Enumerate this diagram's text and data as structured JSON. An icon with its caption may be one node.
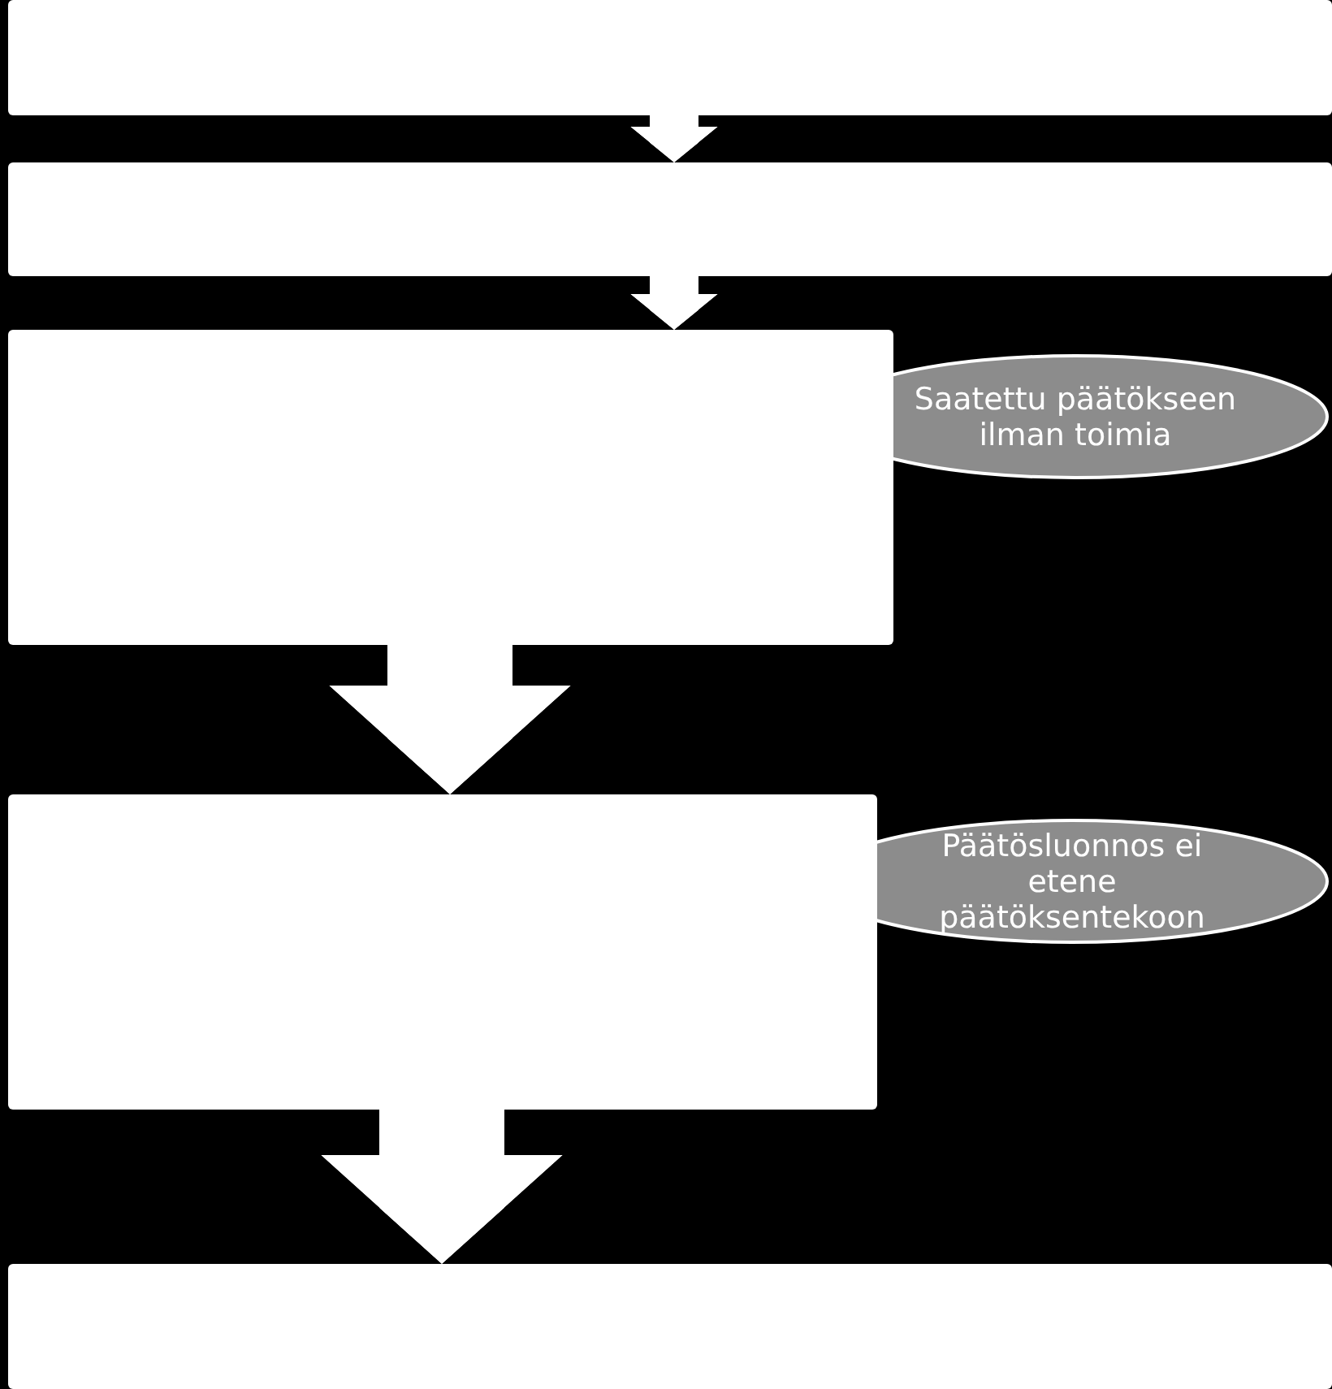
{
  "diagram": {
    "nodes": [
      {
        "text": [],
        "shape": "box"
      },
      {
        "text": [],
        "shape": "box"
      },
      {
        "text": [],
        "shape": "box"
      },
      {
        "text": [
          "Saatettu päätökseen ilman toimia"
        ]
      },
      {
        "text": [],
        "shape": "box"
      },
      {
        "text": [
          "Päätösluonnos ei etene päätöksentekoon"
        ]
      },
      {
        "text": [],
        "shape": "box"
      }
    ],
    "edges": [
      {
        "from": 0,
        "to": 1,
        "arrow": "to"
      },
      {
        "from": 1,
        "to": 2,
        "arrow": "to"
      },
      {
        "from": 2,
        "to": 4,
        "arrow": "to",
        "style": "thick"
      },
      {
        "from": 4,
        "to": 6,
        "arrow": "to",
        "style": "thick"
      }
    ]
  }
}
